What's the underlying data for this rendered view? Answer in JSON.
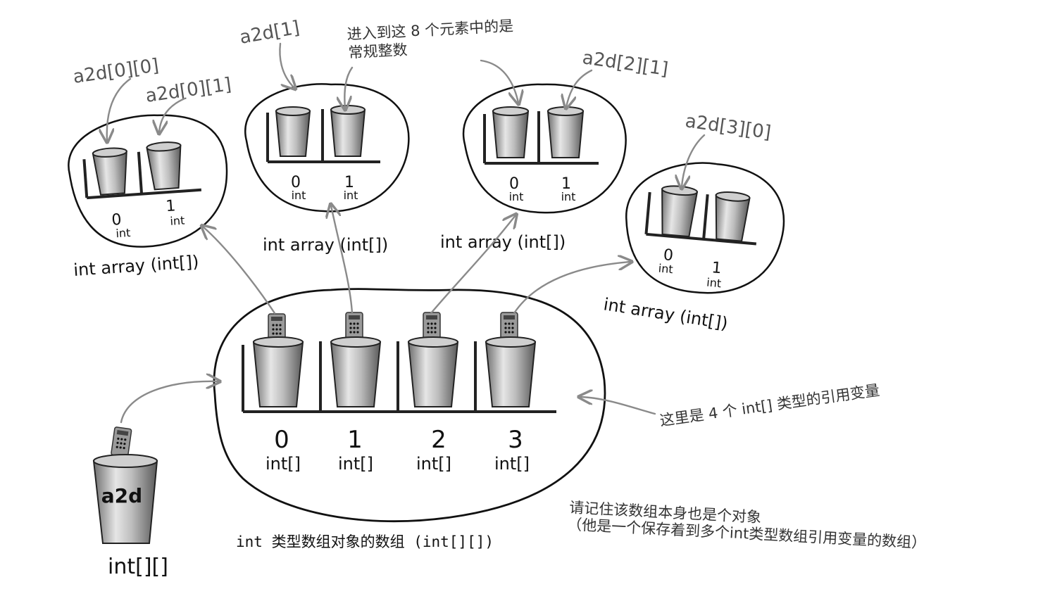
{
  "arrays": [
    {
      "title": "int array (int[])",
      "indices": [
        "0",
        "1"
      ],
      "type": "int"
    },
    {
      "title": "int array (int[])",
      "indices": [
        "0",
        "1"
      ],
      "type": "int"
    },
    {
      "title": "int array (int[])",
      "indices": [
        "0",
        "1"
      ],
      "type": "int"
    },
    {
      "title": "int array (int[])",
      "indices": [
        "0",
        "1"
      ],
      "type": "int"
    }
  ],
  "outer": {
    "indices": [
      "0",
      "1",
      "2",
      "3"
    ],
    "type": "int[]",
    "caption": "int 类型数组对象的数组 (int[][])"
  },
  "variable": {
    "name": "a2d",
    "type": "int[][]"
  },
  "callouts": {
    "a2d_0_0": "a2d[0][0]",
    "a2d_0_1": "a2d[0][1]",
    "a2d_1": "a2d[1]",
    "a2d_2_1": "a2d[2][1]",
    "a2d_3_0": "a2d[3][0]"
  },
  "notes": {
    "eight_elements_line1": "进入到这  8  个元素中的是",
    "eight_elements_line2": "常规整数",
    "four_refs": "这里是  4  个  int[]  类型的引用变量",
    "itself_object_line1": "请记住该数组本身也是个对象",
    "itself_object_line2": "（他是一个保存着到多个int类型数组引用变量的数组）"
  }
}
